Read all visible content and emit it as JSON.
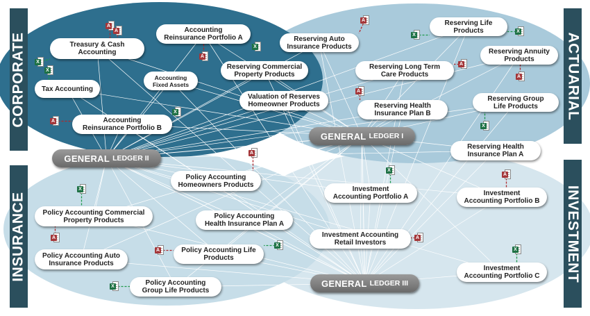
{
  "colors": {
    "bubble_corporate": "#2e6f8e",
    "bubble_actuarial": "#a9cadb",
    "bubble_insurance": "#c6dde8",
    "bubble_investment": "#d6e6ee",
    "sidebar": "#2b4f5d",
    "link_gray": "#ffffff",
    "link_excel": "#1f9a4c",
    "link_access": "#b0282c"
  },
  "sidebars": {
    "corporate": "CORPORATE",
    "insurance": "INSURANCE",
    "actuarial": "ACTUARIAL",
    "investment": "INVESTMENT"
  },
  "ledgers": [
    {
      "id": "gl1",
      "label": "GENERAL",
      "suffix": "LEDGER I"
    },
    {
      "id": "gl2",
      "label": "GENERAL",
      "suffix": "LEDGER II"
    },
    {
      "id": "gl3",
      "label": "GENERAL",
      "suffix": "LEDGER III"
    }
  ],
  "nodes": [
    {
      "id": "treasury",
      "label": "Treasury & Cash\nAccounting",
      "icon": "access",
      "ledger": "gl2"
    },
    {
      "id": "acct_reins_a",
      "label": "Accounting\nReinsurance Portfolio A",
      "icon": "access",
      "ledger": "gl2"
    },
    {
      "id": "acct_fixed",
      "label": "Accounting\nFixed Assets",
      "icon": "excel",
      "ledger": "gl2"
    },
    {
      "id": "tax",
      "label": "Tax Accounting",
      "icon": "excel",
      "ledger": "gl2"
    },
    {
      "id": "acct_reins_b",
      "label": "Accounting\nReinsurance Portfolio B",
      "icon": "access",
      "ledger": "gl2"
    },
    {
      "id": "res_auto",
      "label": "Reserving Auto\nInsurance Products",
      "icon": "access",
      "ledger": "gl1"
    },
    {
      "id": "res_commercial",
      "label": "Reserving Commercial\nProperty Products",
      "icon": "excel",
      "ledger": "gl1"
    },
    {
      "id": "valuation",
      "label": "Valuation of Reserves\nHomeowner Products",
      "icon": null,
      "ledger": "gl1"
    },
    {
      "id": "res_life",
      "label": "Reserving Life\nProducts",
      "icon": "excel",
      "ledger": "gl1"
    },
    {
      "id": "res_ltc",
      "label": "Reserving Long Term\nCare Products",
      "icon": "access",
      "ledger": "gl1"
    },
    {
      "id": "res_annuity",
      "label": "Reserving Annuity\nProducts",
      "icon": null,
      "ledger": "gl1"
    },
    {
      "id": "res_health_b",
      "label": "Reserving Health\nInsurance Plan B",
      "icon": "access",
      "ledger": "gl1"
    },
    {
      "id": "res_group_life",
      "label": "Reserving Group\nLife Products",
      "icon": "access",
      "ledger": "gl1"
    },
    {
      "id": "res_health_a",
      "label": "Reserving Health\nInsurance Plan A",
      "icon": "excel",
      "ledger": "gl1"
    },
    {
      "id": "pol_homeowners",
      "label": "Policy Accounting\nHomeowners Products",
      "icon": "access",
      "ledger": "gl2"
    },
    {
      "id": "pol_commercial",
      "label": "Policy Accounting Commercial\nProperty Products",
      "icon": "excel",
      "ledger": "gl2"
    },
    {
      "id": "pol_health_a",
      "label": "Policy Accounting\nHealth Insurance Plan A",
      "icon": null,
      "ledger": "gl2"
    },
    {
      "id": "pol_auto",
      "label": "Policy Accounting Auto\nInsurance Products",
      "icon": "access",
      "ledger": "gl2"
    },
    {
      "id": "pol_life",
      "label": "Policy Accounting Life\nProducts",
      "icon": "both",
      "ledger": "gl2"
    },
    {
      "id": "pol_group_life",
      "label": "Policy Accounting\nGroup Life Products",
      "icon": "excel",
      "ledger": "gl2"
    },
    {
      "id": "inv_a",
      "label": "Investment\nAccounting Portfolio A",
      "icon": "excel",
      "ledger": "gl3"
    },
    {
      "id": "inv_b",
      "label": "Investment\nAccounting Portfolio B",
      "icon": "access",
      "ledger": "gl3"
    },
    {
      "id": "inv_retail",
      "label": "Investment Accounting\nRetail Investors",
      "icon": "access",
      "ledger": "gl3"
    },
    {
      "id": "inv_c",
      "label": "Investment\nAccounting Portfolio C",
      "icon": "excel",
      "ledger": "gl3"
    }
  ],
  "icon_glyphs": {
    "excel": "X",
    "access": "A"
  }
}
